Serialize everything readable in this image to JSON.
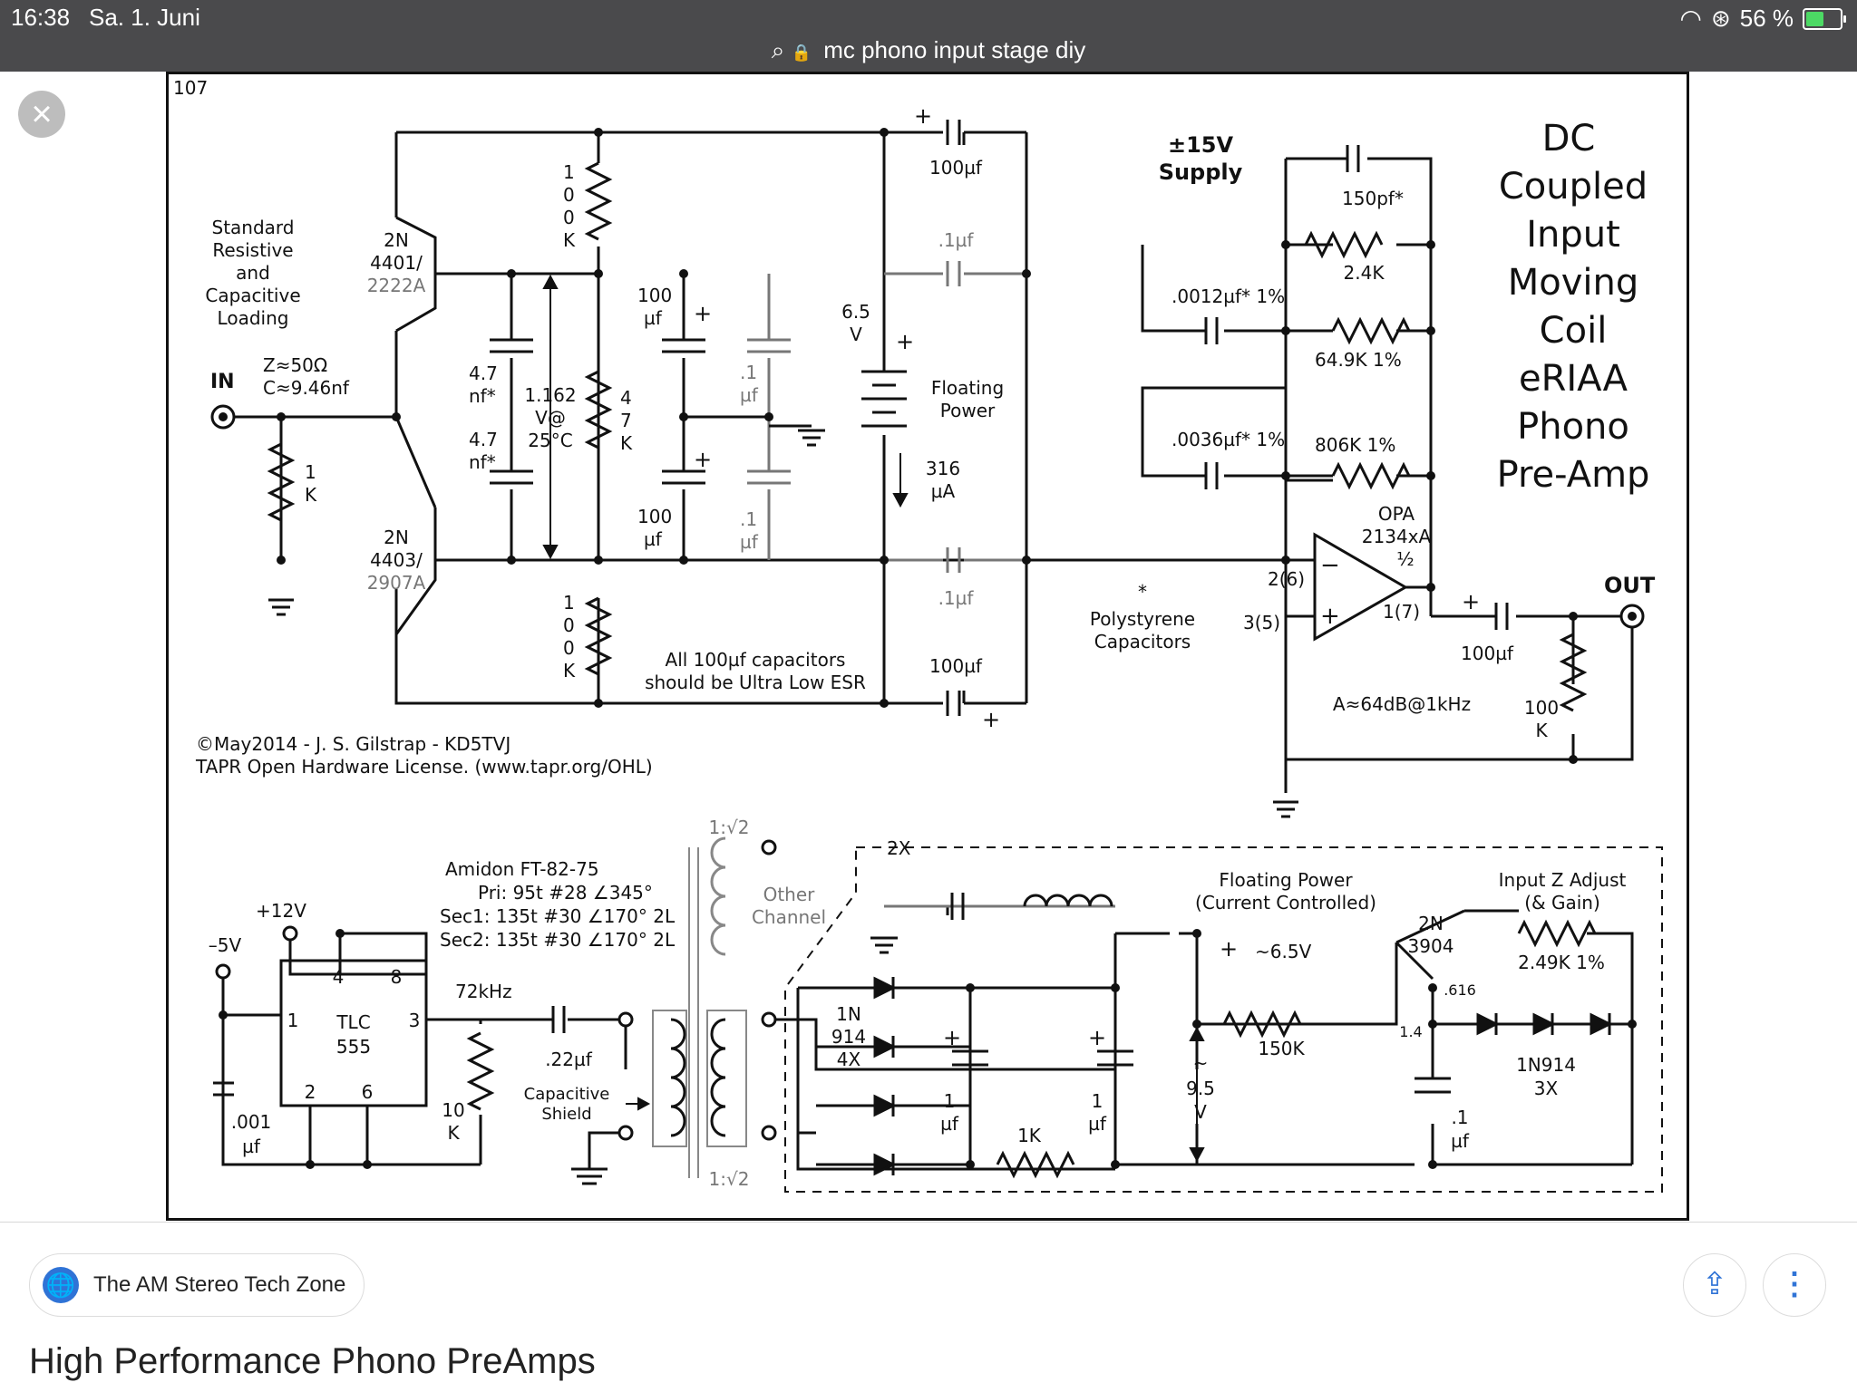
{
  "status_bar": {
    "time": "16:38",
    "date": "Sa. 1. Juni",
    "url": "mc phono input stage diy",
    "battery": "56 %",
    "battery_level": 0.56
  },
  "schematic": {
    "page_number": "107",
    "title_lines": [
      "DC",
      "Coupled",
      "Input",
      "Moving",
      "Coil",
      "eRIAA",
      "Phono",
      "Pre-Amp"
    ],
    "loading_label": [
      "Standard",
      "Resistive",
      "and",
      "Capacitive",
      "Loading"
    ],
    "input_label": "IN",
    "input_impedance": "Z≈50Ω",
    "input_capacitance": "C≈9.46nf",
    "q1_part": [
      "2N",
      "4401/",
      "2222A"
    ],
    "q2_part": [
      "2N",
      "4403/",
      "2907A"
    ],
    "r_input": [
      "1",
      "K"
    ],
    "r_top_100k": [
      "1",
      "0",
      "0",
      "K"
    ],
    "r_bottom_100k": [
      "1",
      "0",
      "0",
      "K"
    ],
    "r_47k": [
      "4",
      "7",
      "K"
    ],
    "cap_47nf_top": [
      "4.7",
      "nf*"
    ],
    "cap_47nf_bottom": [
      "4.7",
      "nf*"
    ],
    "bias_voltage": [
      "1.162",
      "V@",
      "25°C"
    ],
    "cap_100uf_a": [
      "100",
      "µf"
    ],
    "cap_100uf_b": [
      "100",
      "µf"
    ],
    "cap_01uf_a": [
      ".1",
      "µf"
    ],
    "cap_01uf_b": [
      ".1",
      "µf"
    ],
    "cap_100uf_top": "100µf",
    "cap_01uf_top": ".1µf",
    "cap_01uf_bottom": ".1µf",
    "cap_100uf_bottom": "100µf",
    "battery_voltage": [
      "6.5",
      "V"
    ],
    "floating_power": [
      "Floating",
      "Power"
    ],
    "current": [
      "316",
      "µA"
    ],
    "esr_note": [
      "All 100µf capacitors",
      "should be Ultra Low ESR"
    ],
    "copyright": "©May2014 -  J. S. Gilstrap - KD5TVJ",
    "license": "TAPR Open Hardware License. (www.tapr.org/OHL)",
    "supply_label": [
      "±15V",
      "Supply"
    ],
    "c_150pf": "150pf*",
    "r_24k": "2.4K",
    "c_0012uf": ".0012µf* 1%",
    "r_649k": "64.9K 1%",
    "c_0036uf": ".0036µf* 1%",
    "r_806k": "806K 1%",
    "opamp_label": [
      "OPA",
      "2134xA",
      "½"
    ],
    "pin_inv": "2(6)",
    "pin_noninv": "3(5)",
    "pin_out": "1(7)",
    "polystyrene_note": [
      "*",
      "Polystyrene",
      "Capacitors"
    ],
    "output_label": "OUT",
    "c_out": "100µf",
    "r_out": [
      "100",
      "K"
    ],
    "gain": "A≈64dB@1kHz",
    "ratio_top": "1:√2",
    "ratio_bottom": "1:√2",
    "other_channel": [
      "Other",
      "Channel"
    ],
    "transformer_spec": [
      "Amidon FT-82-75",
      "Pri:   95t #28 ∠345°",
      "Sec1: 135t #30 ∠170°  2L",
      "Sec2: 135t #30 ∠170°  2L"
    ],
    "plus12v": "+12V",
    "minus5v": "–5V",
    "timer_label": [
      "TLC",
      "555"
    ],
    "timer_pins": [
      "4",
      "8",
      "1",
      "3",
      "2",
      "6"
    ],
    "frequency": "72kHz",
    "c_22uf": ".22µf",
    "r_10k": [
      "10",
      "K"
    ],
    "c_001uf": [
      ".001",
      "µf"
    ],
    "cap_shield": [
      "Capacitive",
      "Shield"
    ],
    "multiplier": "2X",
    "diode_bridge": [
      "1N",
      "914",
      "4X"
    ],
    "c_1uf_a": [
      "1",
      "µf"
    ],
    "c_1uf_b": [
      "1",
      "µf"
    ],
    "r_1k_bottom": "1K",
    "floating_power_cc": [
      "Floating Power",
      "(Current Controlled)"
    ],
    "v_65": "~6.5V",
    "v_95": [
      "~",
      "9.5",
      "V"
    ],
    "r_150k": "150K",
    "q3_part": [
      "2N",
      "3904"
    ],
    "v_616": ".616",
    "v_14": "1.4",
    "input_z_adjust": [
      "Input Z Adjust",
      "(& Gain)"
    ],
    "r_249k": "2.49K 1%",
    "diode_chain": [
      "1N914",
      "3X"
    ],
    "c_01uf_right": [
      ".1",
      "µf"
    ],
    "plus_sign": "+"
  },
  "source": {
    "name": "The AM Stereo Tech Zone"
  },
  "result_title": "High Performance Phono PreAmps",
  "icons": {
    "close": "×",
    "globe": "🌐",
    "share": "⇪",
    "more": "⋮",
    "search": "⌕",
    "lock": "🔒",
    "wifi": "◠",
    "rotation_lock": "⊛"
  }
}
